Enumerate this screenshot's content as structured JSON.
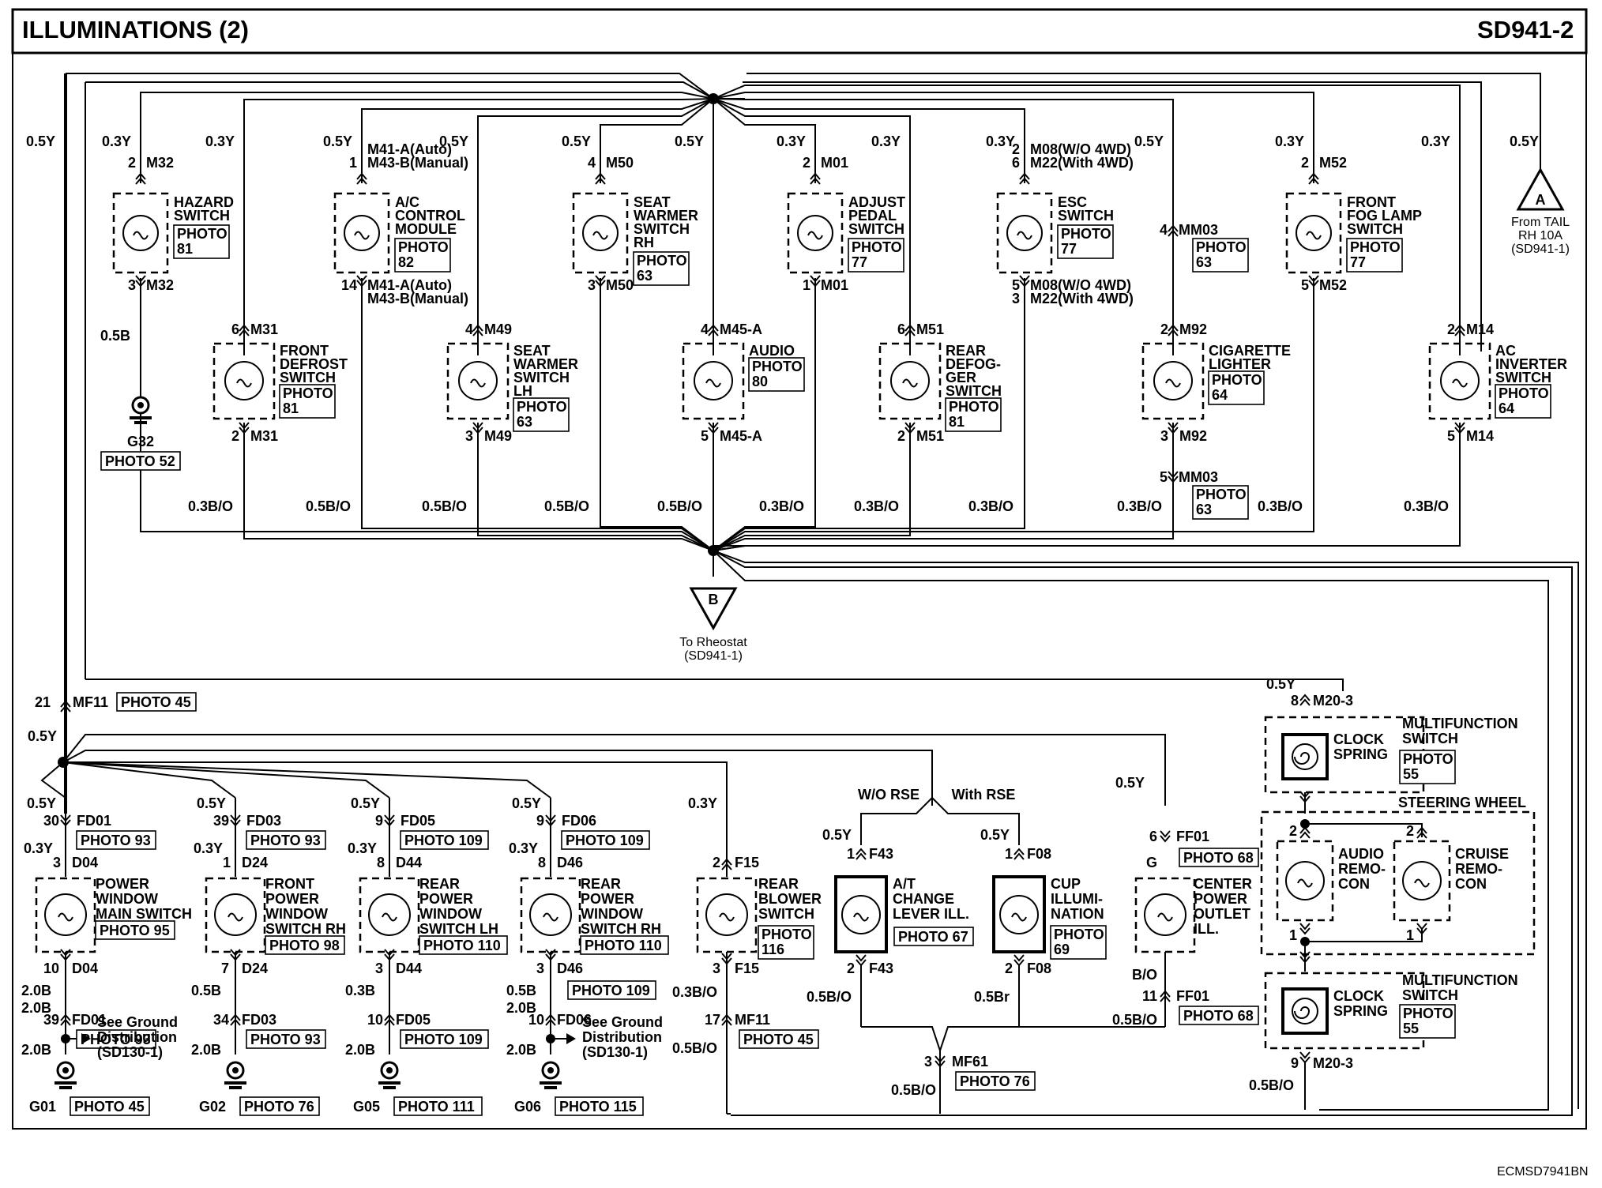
{
  "header": {
    "title": "ILLUMINATIONS (2)",
    "code": "SD941-2"
  },
  "footer": {
    "ref": "ECMSD7941BN"
  },
  "connectors": {
    "A": {
      "letter": "A",
      "desc": [
        "From TAIL",
        "RH 10A",
        "(SD941-1)"
      ],
      "wire": "0.5Y"
    },
    "B": {
      "letter": "B",
      "desc": [
        "To Rheostat",
        "(SD941-1)"
      ]
    }
  },
  "main_wire": {
    "wire": "0.5Y",
    "mf11_pin": "21",
    "mf11": "MF11",
    "mf11_photo": "PHOTO 45",
    "wire2": "0.5Y"
  },
  "top_components": [
    {
      "name": [
        "HAZARD",
        "SWITCH"
      ],
      "photo": [
        "PHOTO",
        "81"
      ],
      "in_wire": "0.3Y",
      "in_pin": "2",
      "in_conn": [
        "M32"
      ],
      "out_pin": "3",
      "out_conn": [
        "M32"
      ],
      "out_wire": "0.5B"
    },
    {
      "name": [
        "A/C",
        "CONTROL",
        "MODULE"
      ],
      "photo": [
        "PHOTO",
        "82"
      ],
      "in_wire": "0.5Y",
      "in_pin": "1",
      "in_conn": [
        "M41-A(Auto)",
        "M43-B(Manual)"
      ],
      "out_pin": "14",
      "out_conn": [
        "M41-A(Auto)",
        "M43-B(Manual)"
      ],
      "out_wire": "0.5B/O"
    },
    {
      "name": [
        "SEAT",
        "WARMER",
        "SWITCH",
        "RH"
      ],
      "photo": [
        "PHOTO",
        "63"
      ],
      "in_wire": "0.5Y",
      "in_pin": "4",
      "in_conn": [
        "M50"
      ],
      "out_pin": "3",
      "out_conn": [
        "M50"
      ],
      "out_wire": "0.5B/O"
    },
    {
      "name": [
        "ADJUST",
        "PEDAL",
        "SWITCH"
      ],
      "photo": [
        "PHOTO",
        "77"
      ],
      "in_wire": "0.3Y",
      "in_pin": "2",
      "in_conn": [
        "M01"
      ],
      "out_pin": "1",
      "out_conn": [
        "M01"
      ],
      "out_wire": "0.3B/O"
    },
    {
      "name": [
        "ESC",
        "SWITCH"
      ],
      "photo": [
        "PHOTO",
        "77"
      ],
      "in_wire": "0.3Y",
      "in_pin": [
        "2",
        "6"
      ],
      "in_conn": [
        "M08(W/O 4WD)",
        "M22(With 4WD)"
      ],
      "out_pin": [
        "5",
        "3"
      ],
      "out_conn": [
        "M08(W/O 4WD)",
        "M22(With 4WD)"
      ],
      "out_wire": "0.3B/O"
    },
    {
      "name": [
        "FRONT",
        "FOG LAMP",
        "SWITCH"
      ],
      "photo": [
        "PHOTO",
        "77"
      ],
      "in_wire": "0.3Y",
      "in_pin": "2",
      "in_conn": [
        "M52"
      ],
      "out_pin": "5",
      "out_conn": [
        "M52"
      ],
      "out_wire": "0.3B/O"
    }
  ],
  "mid_components": [
    {
      "name": [
        "FRONT",
        "DEFROST",
        "SWITCH"
      ],
      "photo": [
        "PHOTO",
        "81"
      ],
      "in_wire": "0.3Y",
      "in_pin": "6",
      "in_conn": "M31",
      "out_pin": "2",
      "out_conn": "M31",
      "out_wire": "0.3B/O"
    },
    {
      "name": [
        "SEAT",
        "WARMER",
        "SWITCH",
        "LH"
      ],
      "photo": [
        "PHOTO",
        "63"
      ],
      "in_wire": "0.5Y",
      "in_pin": "4",
      "in_conn": "M49",
      "out_pin": "3",
      "out_conn": "M49",
      "out_wire": "0.5B/O"
    },
    {
      "name": [
        "AUDIO"
      ],
      "photo": [
        "PHOTO",
        "80"
      ],
      "in_wire": "0.5Y",
      "in_pin": "4",
      "in_conn": "M45-A",
      "out_pin": "5",
      "out_conn": "M45-A",
      "out_wire": "0.5B/O"
    },
    {
      "name": [
        "REAR",
        "DEFOG-",
        "GER",
        "SWITCH"
      ],
      "photo": [
        "PHOTO",
        "81"
      ],
      "in_wire": "0.3Y",
      "in_pin": "6",
      "in_conn": "M51",
      "out_pin": "2",
      "out_conn": "M51",
      "out_wire": "0.3B/O"
    },
    {
      "name": [
        "CIGARETTE",
        "LIGHTER"
      ],
      "photo": [
        "PHOTO",
        "64"
      ],
      "in_wire": "0.5Y",
      "in_pin": "2",
      "in_conn": "M92",
      "out_pin": "3",
      "out_conn": "M92",
      "out_wire": "0.3B/O"
    },
    {
      "name": [
        "AC",
        "INVERTER",
        "SWITCH"
      ],
      "photo": [
        "PHOTO",
        "64"
      ],
      "in_wire": "0.3Y",
      "in_pin": "2",
      "in_conn": "M14",
      "out_pin": "5",
      "out_conn": "M14",
      "out_wire": "0.3B/O"
    }
  ],
  "mm03": {
    "in_pin": "4",
    "conn": "MM03",
    "photo": [
      "PHOTO",
      "63"
    ],
    "out_pin": "5",
    "photo2": [
      "PHOTO",
      "63"
    ]
  },
  "g32": {
    "name": "G32",
    "photo": "PHOTO 52"
  },
  "bottom_components": [
    {
      "name": [
        "POWER",
        "WINDOW",
        "MAIN SWITCH"
      ],
      "photo": "PHOTO 95",
      "wire_a": "0.5Y",
      "pin_a": "30",
      "conn_a": "FD01",
      "conn_a_photo": "PHOTO 93",
      "wire_b": "0.3Y",
      "pin_b": "3",
      "conn_b": "D04",
      "pin_c": "10",
      "conn_c": "D04",
      "wire_c": "2.0B",
      "ground_note": [
        "See Ground",
        "Distribution",
        "(SD130-1)"
      ],
      "wire_d": "2.0B",
      "pin_d": "39",
      "conn_d": "FD01",
      "conn_d_photo": "PHOTO 93",
      "wire_e": "2.0B",
      "ground": "G01",
      "ground_photo": "PHOTO 45"
    },
    {
      "name": [
        "FRONT",
        "POWER",
        "WINDOW",
        "SWITCH RH"
      ],
      "photo": "PHOTO 98",
      "wire_a": "0.5Y",
      "pin_a": "39",
      "conn_a": "FD03",
      "conn_a_photo": "PHOTO 93",
      "wire_b": "0.3Y",
      "pin_b": "1",
      "conn_b": "D24",
      "pin_c": "7",
      "conn_c": "D24",
      "wire_c": "0.5B",
      "pin_d": "34",
      "conn_d": "FD03",
      "conn_d_photo": "PHOTO 93",
      "wire_e": "2.0B",
      "ground": "G02",
      "ground_photo": "PHOTO 76"
    },
    {
      "name": [
        "REAR",
        "POWER",
        "WINDOW",
        "SWITCH LH"
      ],
      "photo": "PHOTO 110",
      "wire_a": "0.5Y",
      "pin_a": "9",
      "conn_a": "FD05",
      "conn_a_photo": "PHOTO 109",
      "wire_b": "0.3Y",
      "pin_b": "8",
      "conn_b": "D44",
      "pin_c": "3",
      "conn_c": "D44",
      "wire_c": "0.3B",
      "pin_d": "10",
      "conn_d": "FD05",
      "conn_d_photo": "PHOTO 109",
      "wire_e": "2.0B",
      "ground": "G05",
      "ground_photo": "PHOTO 111"
    },
    {
      "name": [
        "REAR",
        "POWER",
        "WINDOW",
        "SWITCH RH"
      ],
      "photo": "PHOTO 110",
      "wire_a": "0.5Y",
      "pin_a": "9",
      "conn_a": "FD06",
      "conn_a_photo": "PHOTO 109",
      "wire_b": "0.3Y",
      "pin_b": "8",
      "conn_b": "D46",
      "pin_c": "3",
      "conn_c": "D46",
      "conn_c_photo": "PHOTO 109",
      "wire_c": "0.5B",
      "pin_d": "10",
      "conn_d": "FD06",
      "ground_note": [
        "See Ground",
        "Distribution",
        "(SD130-1)"
      ],
      "wire_d": "2.0B",
      "wire_e": "2.0B",
      "ground": "G06",
      "ground_photo": "PHOTO 115"
    }
  ],
  "rear_blower": {
    "name": [
      "REAR",
      "BLOWER",
      "SWITCH"
    ],
    "photo": [
      "PHOTO",
      "116"
    ],
    "wire_a": "0.3Y",
    "pin_a": "2",
    "conn_a": "F15",
    "pin_b": "3",
    "conn_b": "F15",
    "wire_b": "0.3B/O",
    "pin_c": "17",
    "conn_c": "MF11",
    "conn_c_photo": "PHOTO 45",
    "wire_c": "0.5B/O"
  },
  "rse": {
    "wo_label": "W/O RSE",
    "with_label": "With RSE"
  },
  "at_change": {
    "name": [
      "A/T",
      "CHANGE",
      "LEVER ILL."
    ],
    "photo": "PHOTO 67",
    "wire_a": "0.5Y",
    "pin_a": "1",
    "conn_a": "F43",
    "pin_b": "2",
    "conn_b": "F43",
    "wire_b": "0.5B/O"
  },
  "cup": {
    "name": [
      "CUP",
      "ILLUMI-",
      "NATION"
    ],
    "photo": [
      "PHOTO",
      "69"
    ],
    "wire_a": "0.5Y",
    "pin_a": "1",
    "conn_a": "F08",
    "pin_b": "2",
    "conn_b": "F08",
    "wire_b": "0.5Br"
  },
  "mf61": {
    "pin": "3",
    "conn": "MF61",
    "photo": "PHOTO 76",
    "wire": "0.5B/O"
  },
  "center_outlet": {
    "name": [
      "CENTER",
      "POWER",
      "OUTLET",
      "ILL."
    ],
    "wire_a": "0.5Y",
    "pin_a": "6",
    "conn_a": "FF01",
    "conn_a_photo": "PHOTO 68",
    "pin_g": "G",
    "wire_b": "B/O",
    "pin_b": "11",
    "conn_b": "FF01",
    "conn_b_photo": "PHOTO 68",
    "wire_c": "0.5B/O"
  },
  "multifunction": {
    "wire_top": "0.5Y",
    "pin_top": "8",
    "conn_top": "M20-3",
    "name": [
      "MULTIFUNCTION",
      "SWITCH"
    ],
    "clock": [
      "CLOCK",
      "SPRING"
    ],
    "photo": [
      "PHOTO",
      "55"
    ],
    "steering": "STEERING WHEEL",
    "audio": [
      "AUDIO",
      "REMO-",
      "CON"
    ],
    "cruise": [
      "CRUISE",
      "REMO-",
      "CON"
    ],
    "pin2a": "2",
    "pin2b": "2",
    "pin1a": "1",
    "pin1b": "1",
    "name2": [
      "MULTIFUNCTION",
      "SWITCH"
    ],
    "clock2": [
      "CLOCK",
      "SPRING"
    ],
    "photo2": [
      "PHOTO",
      "55"
    ],
    "pin_bot": "9",
    "conn_bot": "M20-3",
    "wire_bot": "0.5B/O"
  }
}
